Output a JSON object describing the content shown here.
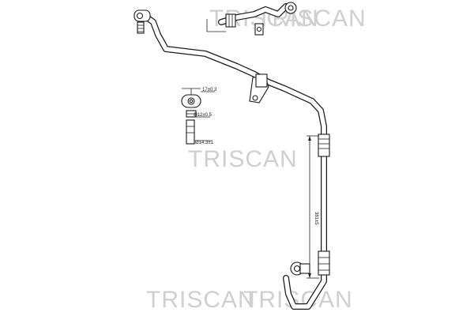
{
  "watermarks": [
    "TRISCAN",
    "TRISCAN",
    "TRISCAN",
    "TRISCAN",
    "TRISCAN"
  ],
  "dimensions": {
    "width_top": "17±0.3",
    "diameter_mid": "Ø12±0.5",
    "diameter_bottom": "Ø14.3±1",
    "length": "381±5"
  }
}
